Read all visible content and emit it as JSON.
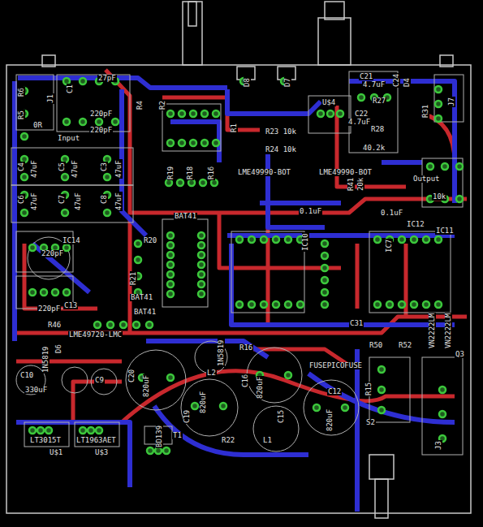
{
  "diagram": {
    "labels": [
      "R6",
      "R5",
      "0R",
      "J1",
      "C1",
      "27pF",
      "220pF",
      "220pF",
      "Input",
      "C4",
      "47uF",
      "C5",
      "47uF",
      "C3",
      "47uF",
      "C6",
      "47uF",
      "C7",
      "47uF",
      "C8",
      "47uF",
      "R4",
      "R2",
      "R1",
      "R19",
      "R18",
      "R16",
      "D8",
      "D7",
      "U$4",
      "C21",
      "4.7uF",
      "R27",
      "C22",
      "4.7uF",
      "R28",
      "40.2k",
      "C24",
      "D4",
      "R31",
      "J7",
      "R23 10k",
      "R24 10k",
      "LME49990-BOT",
      "LME49990-BOT",
      "R41",
      "20k",
      "0.1uF",
      "0.1uF",
      "Output",
      "10k",
      "IC12",
      "IC10",
      "IC7",
      "BAT41",
      "R20",
      "R21",
      "BAT41",
      "BAT41",
      "IC14",
      "220pF",
      "C13",
      "220pF",
      "R46",
      "LME49720-LMC",
      "D6",
      "1N5819",
      "C10",
      "330uF",
      "C9",
      "C20",
      "820uF",
      "L2",
      "1N5819",
      "R16",
      "C16",
      "820uF",
      "C19",
      "820uF",
      "R22",
      "L1",
      "C15",
      "C12",
      "820uF",
      "FUSEPICOFUSE",
      "R15",
      "C31",
      "R50",
      "R52",
      "VN2222LM",
      "VN2222LM",
      "Q3",
      "S2",
      "J3",
      "BD139",
      "T1",
      "LT3015T",
      "LT1963AET",
      "U$1",
      "U$3",
      "IC11"
    ]
  }
}
